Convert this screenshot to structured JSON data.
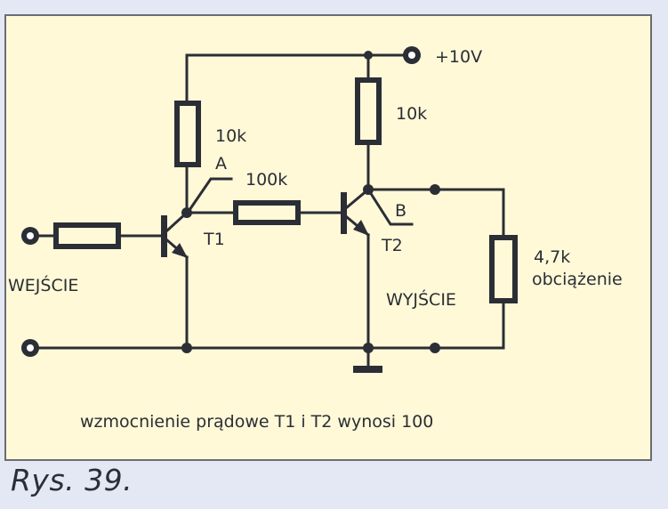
{
  "figure": {
    "caption": "Rys. 39.",
    "note": "wzmocnienie prądowe T1 i T2 wynosi 100"
  },
  "labels": {
    "supply": "+10V",
    "r_collector_t1": "10k",
    "r_collector_t2": "10k",
    "r_coupling": "100k",
    "r_load_value": "4,7k",
    "r_load_name": "obciążenie",
    "node_a": "A",
    "node_b": "B",
    "transistor_1": "T1",
    "transistor_2": "T2",
    "input": "WEJŚCIE",
    "output": "WYJŚCIE"
  },
  "colors": {
    "ink": "#2b2e35",
    "panel_bg": "#fff9d8",
    "page_bg": "#e4e7f4",
    "panel_border": "#6b6d72"
  }
}
